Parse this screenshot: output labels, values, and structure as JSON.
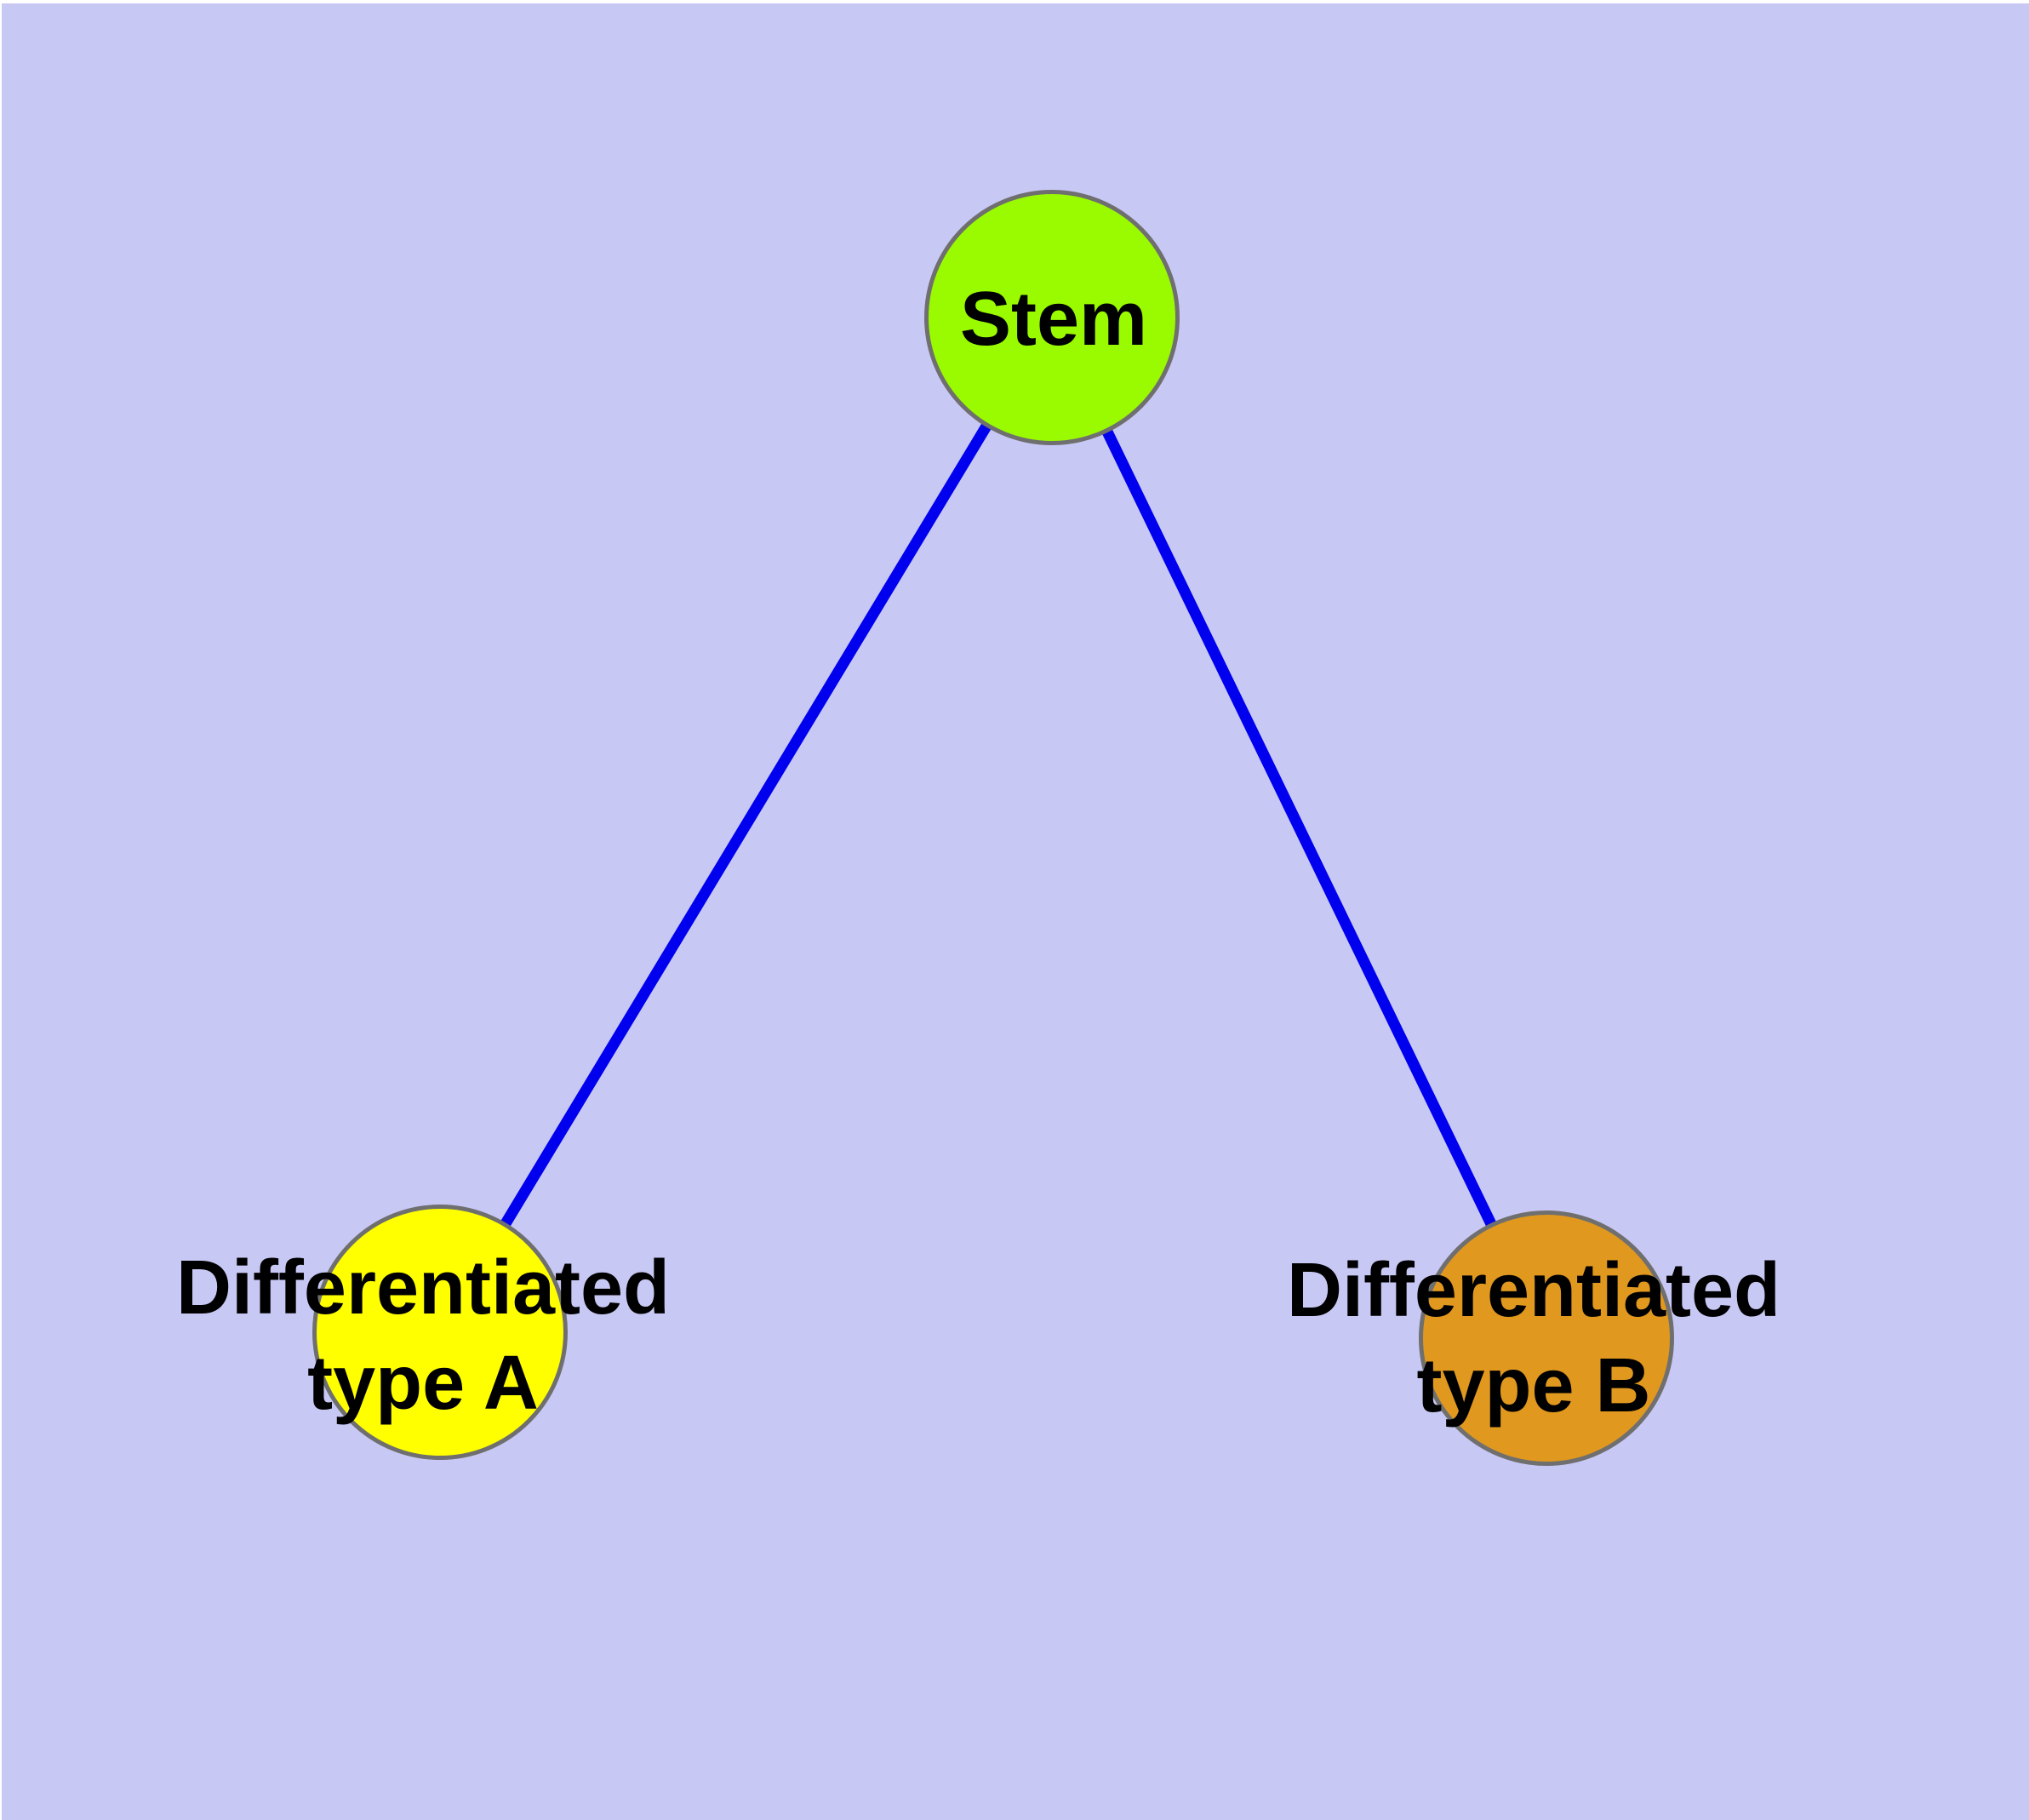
{
  "diagram": {
    "type": "graph",
    "background_color": "#C8C8F5",
    "edge_color": "#0000EE",
    "node_border_color": "#6F6F6F",
    "text_color": "#000000",
    "nodes": [
      {
        "id": "stem",
        "label": "Stem",
        "fill": "#9AFA00"
      },
      {
        "id": "differentiated-type-a",
        "label": "Differentiated type A",
        "label_line1": "Differentiated",
        "label_line2": "type A",
        "fill": "#FFFF00"
      },
      {
        "id": "differentiated-type-b",
        "label": "Differentiated type B",
        "label_line1": "Differentiated",
        "label_line2": "type B",
        "fill": "#E0981F"
      }
    ],
    "edges": [
      {
        "from": "stem",
        "to": "differentiated-type-a"
      },
      {
        "from": "stem",
        "to": "differentiated-type-b"
      }
    ]
  }
}
